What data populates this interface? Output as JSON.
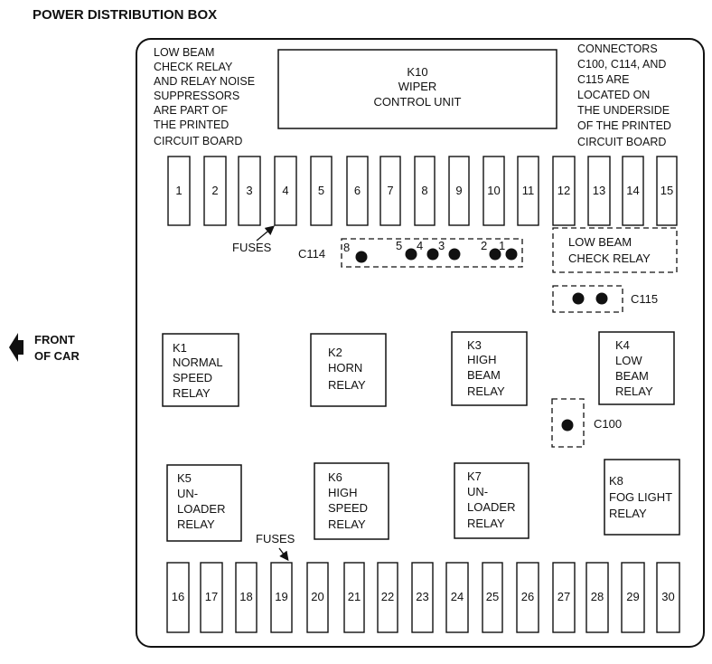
{
  "title": "POWER DISTRIBUTION BOX",
  "front_label": [
    "FRONT",
    "OF CAR"
  ],
  "left_note": [
    "LOW BEAM",
    "CHECK RELAY",
    "AND RELAY NOISE",
    "SUPPRESSORS",
    "ARE PART OF",
    "THE PRINTED",
    "CIRCUIT BOARD"
  ],
  "right_note": [
    "CONNECTORS",
    "C100, C114, AND",
    "C115 ARE",
    "LOCATED ON",
    "THE UNDERSIDE",
    "OF THE PRINTED",
    "CIRCUIT BOARD"
  ],
  "wiper_unit": [
    "K10",
    "WIPER",
    "CONTROL UNIT"
  ],
  "fuses_label": "FUSES",
  "fuses_top": [
    "1",
    "2",
    "3",
    "4",
    "5",
    "6",
    "7",
    "8",
    "9",
    "10",
    "11",
    "12",
    "13",
    "14",
    "15"
  ],
  "fuses_bottom": [
    "16",
    "17",
    "18",
    "19",
    "20",
    "21",
    "22",
    "23",
    "24",
    "25",
    "26",
    "27",
    "28",
    "29",
    "30"
  ],
  "low_beam_check": [
    "LOW BEAM",
    "CHECK RELAY"
  ],
  "connectors": {
    "c114": {
      "label": "C114",
      "pins": [
        "8",
        "5",
        "4",
        "3",
        "2",
        "1"
      ]
    },
    "c115": {
      "label": "C115"
    },
    "c100": {
      "label": "C100"
    }
  },
  "relays": [
    {
      "id": "k1",
      "lines": [
        "K1",
        "NORMAL",
        "SPEED",
        "RELAY"
      ]
    },
    {
      "id": "k2",
      "lines": [
        "K2",
        "HORN",
        "RELAY"
      ]
    },
    {
      "id": "k3",
      "lines": [
        "K3",
        "HIGH",
        "BEAM",
        "RELAY"
      ]
    },
    {
      "id": "k4",
      "lines": [
        "K4",
        "LOW",
        "BEAM",
        "RELAY"
      ]
    },
    {
      "id": "k5",
      "lines": [
        "K5",
        "UN-",
        "LOADER",
        "RELAY"
      ]
    },
    {
      "id": "k6",
      "lines": [
        "K6",
        "HIGH",
        "SPEED",
        "RELAY"
      ]
    },
    {
      "id": "k7",
      "lines": [
        "K7",
        "UN-",
        "LOADER",
        "RELAY"
      ]
    },
    {
      "id": "k8",
      "lines": [
        "K8",
        "FOG LIGHT",
        "RELAY"
      ]
    }
  ]
}
